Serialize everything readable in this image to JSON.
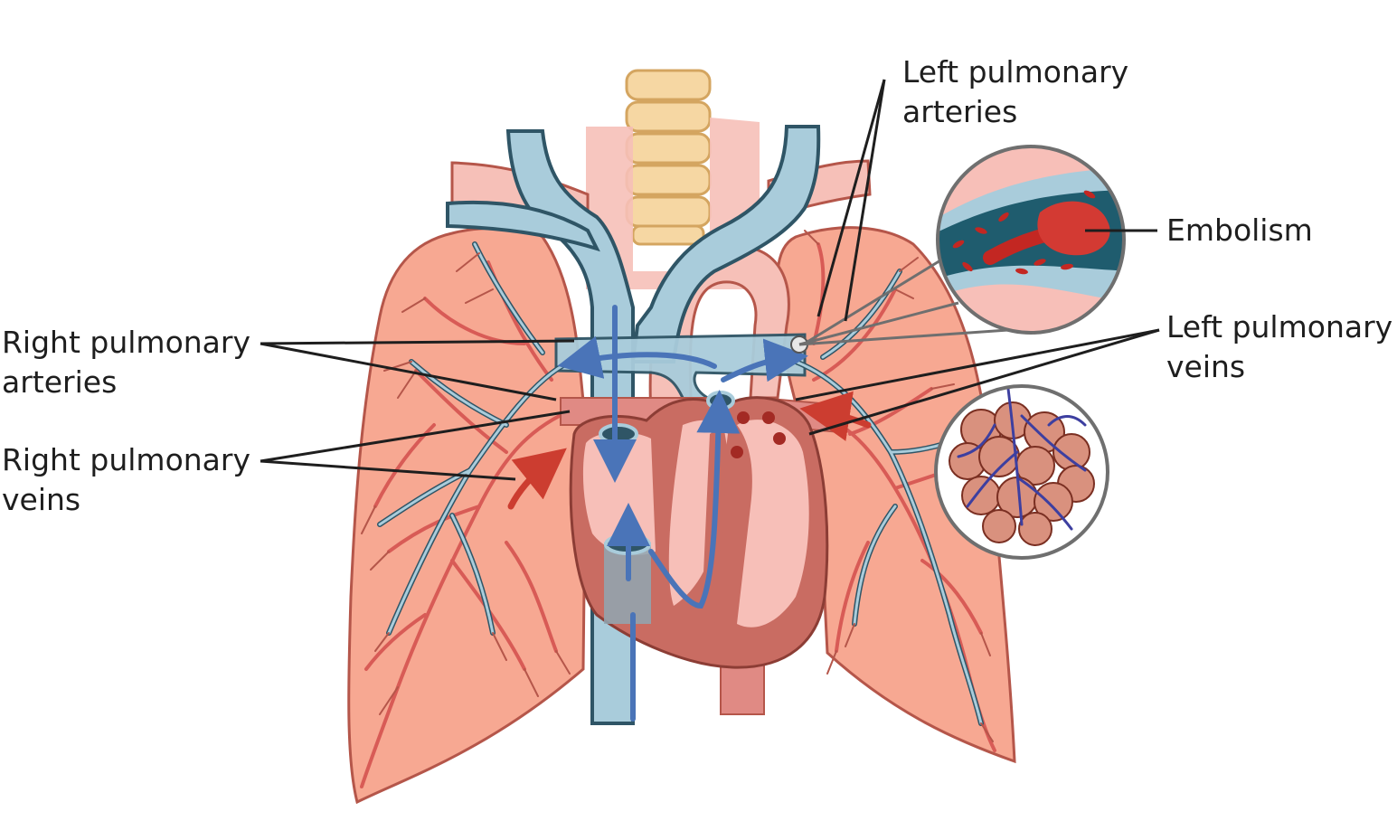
{
  "labels": {
    "right_pulmonary_arteries": [
      "Right pulmonary",
      "arteries"
    ],
    "right_pulmonary_veins": [
      "Right pulmonary",
      "veins"
    ],
    "left_pulmonary_arteries": [
      "Left pulmonary",
      "arteries"
    ],
    "left_pulmonary_veins": [
      "Left pulmonary",
      "veins"
    ],
    "embolism": "Embolism"
  },
  "colors": {
    "lung": "#f7a892",
    "lung_outline": "#b5564a",
    "artery_blue": "#a9ccdb",
    "artery_outline": "#2f5566",
    "vein_red": "#d85b56",
    "heart": "#c96c62",
    "heart_inner": "#f7bfb8",
    "trachea": "#f6c0b8",
    "spine": "#f6d7a3",
    "arrow_blue": "#4a74b8",
    "arrow_red": "#cc3d30",
    "leader_line": "#1e1e1e",
    "inset_ring": "#6f6f6f"
  },
  "icons": [
    "heart-illustration",
    "lung-illustration",
    "embolism-inset",
    "alveoli-inset"
  ]
}
